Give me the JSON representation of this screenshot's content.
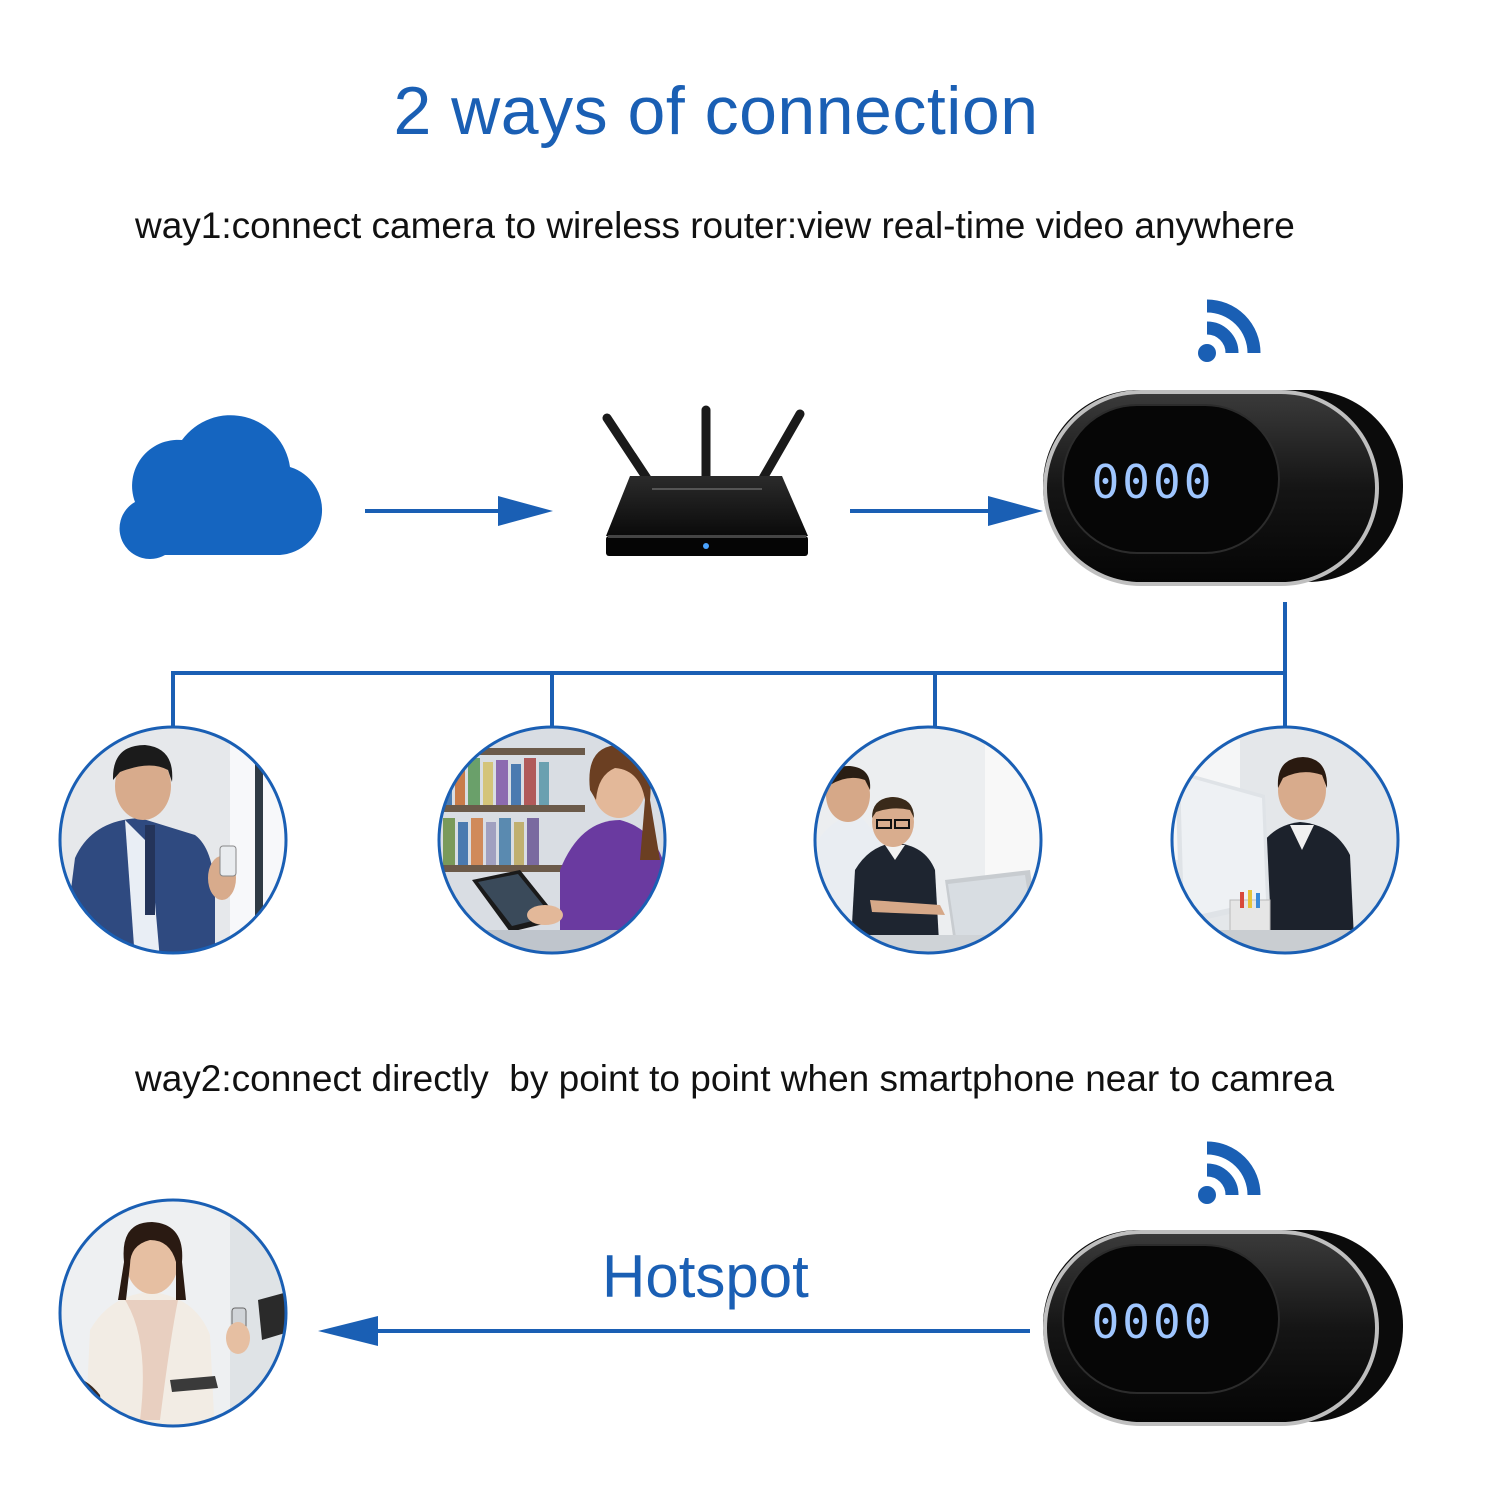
{
  "title": "2 ways of connection",
  "way1": {
    "caption": "way1:connect camera to wireless router:view real-time video anywhere"
  },
  "way2": {
    "caption": "way2:connect directly  by point to point when smartphone near to camrea",
    "link_label": "Hotspot"
  },
  "clock": {
    "display": "0000"
  },
  "colors": {
    "accent": "#1a5fb4",
    "cloud": "#1565c0",
    "device": "#111111",
    "text": "#111111"
  },
  "icons": [
    "cloud-icon",
    "router-icon",
    "wifi-icon",
    "clock-camera-icon",
    "arrow-icon",
    "person-photo"
  ]
}
